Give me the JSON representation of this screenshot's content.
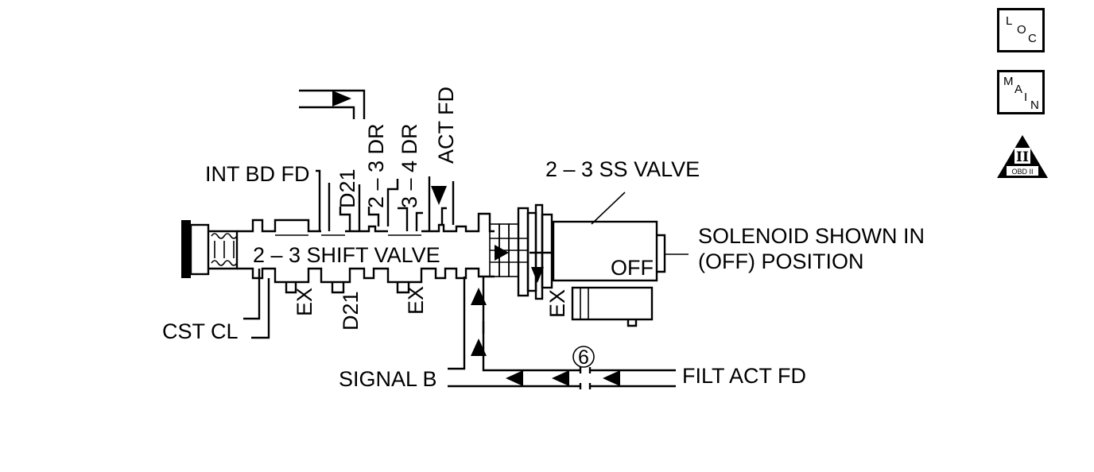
{
  "nav": {
    "loc_letters": [
      "L",
      "O",
      "C"
    ],
    "main_letters": [
      "M",
      "A",
      "I",
      "N"
    ],
    "obd_numeral": "II",
    "obd_text": "OBD II"
  },
  "diagram": {
    "valve_label": "2 – 3 SHIFT VALVE",
    "ss_valve_label": "2 – 3 SS VALVE",
    "solenoid_note_line1": "SOLENOID SHOWN IN",
    "solenoid_note_line2": "(OFF) POSITION",
    "solenoid_state": "OFF",
    "int_bd_fd": "INT BD FD",
    "d21_top": "D21",
    "dr_23": "2 – 3 DR",
    "dr_34": "3 – 4 DR",
    "act_fd": "ACT FD",
    "cst_cl": "CST CL",
    "ex_1": "EX",
    "d21_bottom": "D21",
    "ex_2": "EX",
    "ex_3": "EX",
    "signal_b": "SIGNAL B",
    "filt_act_fd": "FILT ACT FD",
    "orifice_number": "6"
  }
}
